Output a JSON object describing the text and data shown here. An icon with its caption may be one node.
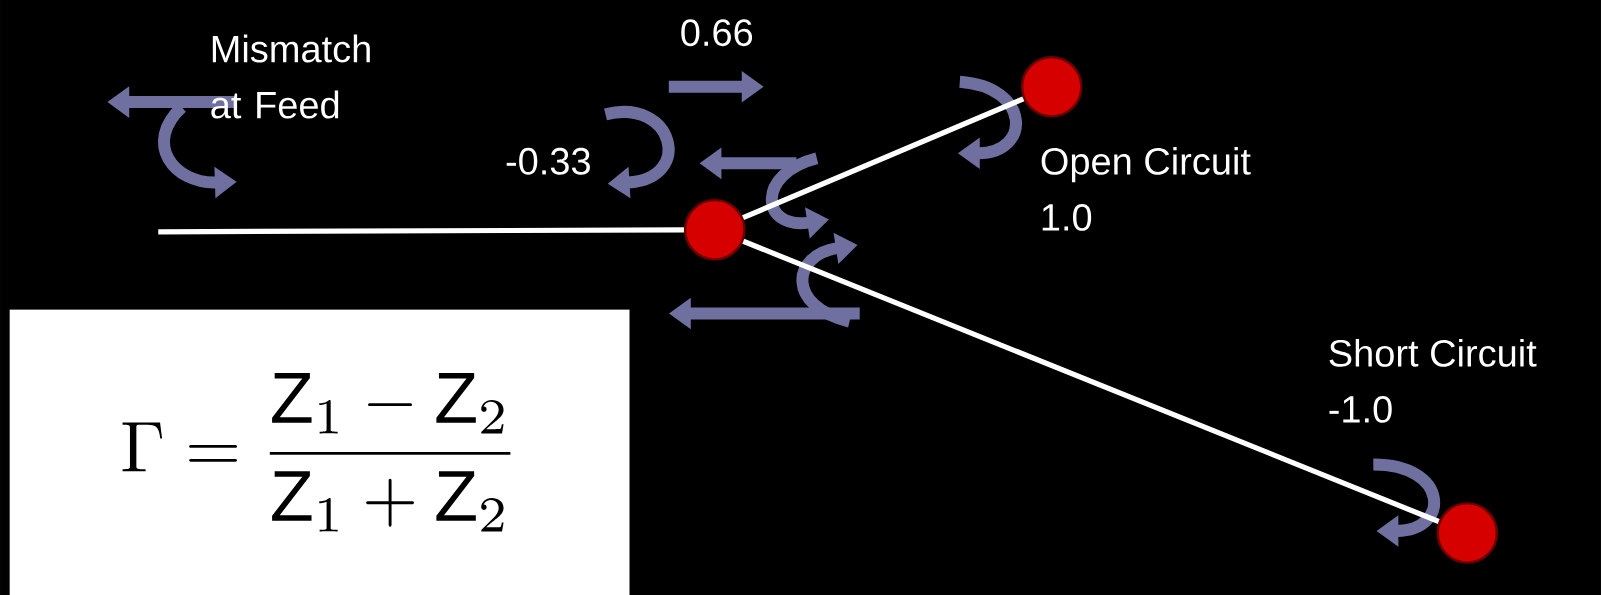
{
  "diagram": {
    "nodes": [
      {
        "text": [],
        "shape": "circle"
      },
      {
        "text": [],
        "shape": "circle",
        "beside": [
          "Open Circuit",
          "1.0"
        ]
      },
      {
        "text": [],
        "shape": "circle",
        "beside": [
          "Short Circuit",
          "-1.0"
        ]
      },
      {
        "text": [
          "\\Gamma = \\frac{\\mathrm{Z}_{1} - \\mathrm{Z}_{2}}{\\mathrm{Z}_{1} + \\mathrm{Z}_{2}}"
        ]
      }
    ],
    "edges": [
      {
        "from": null,
        "to": 0,
        "arrow": "none"
      },
      {
        "from": 0,
        "to": 1,
        "arrow": "none"
      },
      {
        "from": 0,
        "to": 2,
        "arrow": "none"
      }
    ],
    "labels": [
      "Mismatch at Feed",
      "0.66",
      "-0.33"
    ]
  }
}
